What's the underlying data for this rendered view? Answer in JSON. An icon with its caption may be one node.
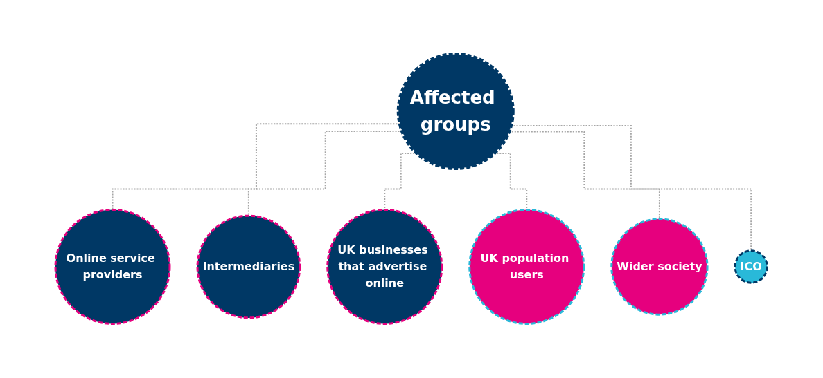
{
  "diagram": {
    "nodes": [
      {
        "text": [
          "Affected groups"
        ]
      },
      {
        "text": [
          "Online service providers"
        ]
      },
      {
        "text": [
          "Intermediaries"
        ]
      },
      {
        "text": [
          "UK businesses that advertise online"
        ]
      },
      {
        "text": [
          "UK population users"
        ]
      },
      {
        "text": [
          "Wider society"
        ]
      },
      {
        "text": [
          "ICO"
        ]
      }
    ],
    "edges": [
      {
        "from": 0,
        "to": 1,
        "arrow": "none",
        "style": "dashed"
      },
      {
        "from": 0,
        "to": 2,
        "arrow": "none",
        "style": "dashed"
      },
      {
        "from": 0,
        "to": 3,
        "arrow": "none",
        "style": "dashed"
      },
      {
        "from": 0,
        "to": 4,
        "arrow": "none",
        "style": "dashed"
      },
      {
        "from": 0,
        "to": 5,
        "arrow": "none",
        "style": "dashed"
      },
      {
        "from": 0,
        "to": 6,
        "arrow": "none",
        "style": "dashed"
      }
    ]
  }
}
